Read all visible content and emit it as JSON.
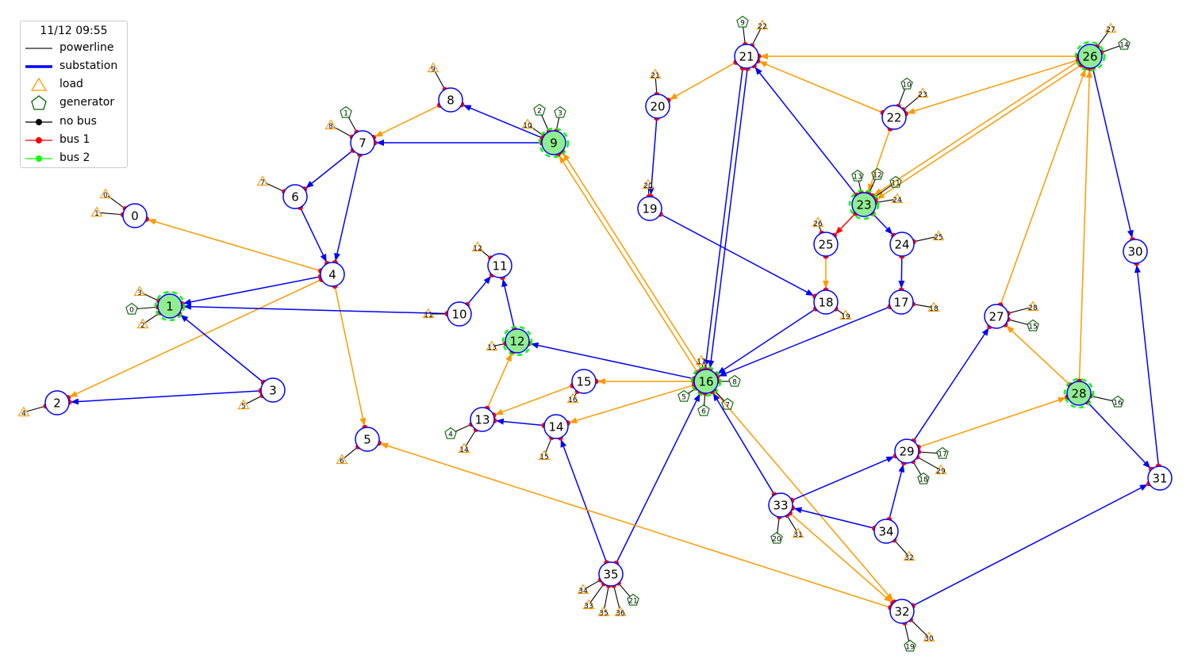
{
  "legend": {
    "title": "11/12 09:55",
    "items": [
      {
        "label": "powerline",
        "kind": "line",
        "color": "#404040"
      },
      {
        "label": "substation",
        "kind": "line-thick",
        "color": "#0000ff"
      },
      {
        "label": "load",
        "kind": "triangle",
        "color": "#ff9900"
      },
      {
        "label": "generator",
        "kind": "pentagon",
        "color": "#006400"
      },
      {
        "label": "no bus",
        "kind": "dot",
        "color": "#000000"
      },
      {
        "label": "bus 1",
        "kind": "dot",
        "color": "#ff0000"
      },
      {
        "label": "bus 2",
        "kind": "dot",
        "color": "#00ff00"
      }
    ]
  },
  "colors": {
    "flow_blue": "#0000ff",
    "flow_orange": "#ff9900",
    "bus1": "#ff0000",
    "bus2": "#00ff00",
    "node_fill_bus2": "#90ee90",
    "node_stroke": "#0000ff",
    "gen": "#006400",
    "load": "#ff9900"
  },
  "substations": [
    {
      "id": "0"
    },
    {
      "id": "1",
      "bus2": true
    },
    {
      "id": "2"
    },
    {
      "id": "3"
    },
    {
      "id": "4"
    },
    {
      "id": "5"
    },
    {
      "id": "6"
    },
    {
      "id": "7"
    },
    {
      "id": "8"
    },
    {
      "id": "9",
      "bus2": true
    },
    {
      "id": "10"
    },
    {
      "id": "11"
    },
    {
      "id": "12",
      "bus2": true
    },
    {
      "id": "13"
    },
    {
      "id": "14"
    },
    {
      "id": "15"
    },
    {
      "id": "16",
      "bus2": true
    },
    {
      "id": "17"
    },
    {
      "id": "18"
    },
    {
      "id": "19"
    },
    {
      "id": "20"
    },
    {
      "id": "21"
    },
    {
      "id": "22"
    },
    {
      "id": "23",
      "bus2": true
    },
    {
      "id": "24"
    },
    {
      "id": "25"
    },
    {
      "id": "26",
      "bus2": true
    },
    {
      "id": "27"
    },
    {
      "id": "28",
      "bus2": true
    },
    {
      "id": "29"
    },
    {
      "id": "30"
    },
    {
      "id": "31"
    },
    {
      "id": "32"
    },
    {
      "id": "33"
    },
    {
      "id": "34"
    },
    {
      "id": "35"
    }
  ],
  "lines": [
    {
      "from": "4",
      "to": "0",
      "color": "orange"
    },
    {
      "from": "4",
      "to": "1",
      "color": "blue"
    },
    {
      "from": "4",
      "to": "2",
      "color": "orange"
    },
    {
      "from": "4",
      "to": "5",
      "color": "orange"
    },
    {
      "from": "7",
      "to": "6",
      "color": "blue"
    },
    {
      "from": "6",
      "to": "4",
      "color": "blue"
    },
    {
      "from": "7",
      "to": "4",
      "color": "blue"
    },
    {
      "from": "8",
      "to": "7",
      "color": "orange"
    },
    {
      "from": "9",
      "to": "8",
      "color": "blue"
    },
    {
      "from": "9",
      "to": "7",
      "color": "blue"
    },
    {
      "from": "3",
      "to": "1",
      "color": "blue"
    },
    {
      "from": "3",
      "to": "2",
      "color": "blue"
    },
    {
      "from": "10",
      "to": "1",
      "color": "blue"
    },
    {
      "from": "10",
      "to": "11",
      "color": "blue"
    },
    {
      "from": "12",
      "to": "11",
      "color": "blue"
    },
    {
      "from": "16",
      "to": "12",
      "color": "blue"
    },
    {
      "from": "13",
      "to": "12",
      "color": "orange"
    },
    {
      "from": "15",
      "to": "13",
      "color": "orange"
    },
    {
      "from": "14",
      "to": "13",
      "color": "blue"
    },
    {
      "from": "16",
      "to": "15",
      "color": "orange"
    },
    {
      "from": "16",
      "to": "14",
      "color": "orange"
    },
    {
      "from": "35",
      "to": "14",
      "color": "blue"
    },
    {
      "from": "35",
      "to": "16",
      "color": "blue"
    },
    {
      "from": "32",
      "to": "5",
      "color": "orange"
    },
    {
      "from": "16",
      "to": "9",
      "color": "orange",
      "offset": -3
    },
    {
      "from": "16",
      "to": "9",
      "color": "orange",
      "offset": 3
    },
    {
      "from": "21",
      "to": "16",
      "color": "blue",
      "offset": -3
    },
    {
      "from": "21",
      "to": "16",
      "color": "blue",
      "offset": 3
    },
    {
      "from": "18",
      "to": "16",
      "color": "blue"
    },
    {
      "from": "17",
      "to": "16",
      "color": "blue"
    },
    {
      "from": "33",
      "to": "16",
      "color": "blue"
    },
    {
      "from": "16",
      "to": "32",
      "color": "orange"
    },
    {
      "from": "19",
      "to": "18",
      "color": "blue"
    },
    {
      "from": "20",
      "to": "19",
      "color": "blue"
    },
    {
      "from": "21",
      "to": "20",
      "color": "orange"
    },
    {
      "from": "26",
      "to": "21",
      "color": "orange"
    },
    {
      "from": "22",
      "to": "21",
      "color": "orange"
    },
    {
      "from": "23",
      "to": "21",
      "color": "blue"
    },
    {
      "from": "26",
      "to": "22",
      "color": "orange"
    },
    {
      "from": "22",
      "to": "23",
      "color": "orange"
    },
    {
      "from": "26",
      "to": "23",
      "color": "orange",
      "offset": -3
    },
    {
      "from": "26",
      "to": "23",
      "color": "orange",
      "offset": 3
    },
    {
      "from": "23",
      "to": "25",
      "color": "red"
    },
    {
      "from": "23",
      "to": "24",
      "color": "blue"
    },
    {
      "from": "25",
      "to": "18",
      "color": "orange"
    },
    {
      "from": "24",
      "to": "17",
      "color": "blue"
    },
    {
      "from": "27",
      "to": "26",
      "color": "orange"
    },
    {
      "from": "28",
      "to": "26",
      "color": "orange"
    },
    {
      "from": "26",
      "to": "30",
      "color": "blue"
    },
    {
      "from": "28",
      "to": "27",
      "color": "orange"
    },
    {
      "from": "29",
      "to": "27",
      "color": "blue"
    },
    {
      "from": "29",
      "to": "28",
      "color": "orange"
    },
    {
      "from": "28",
      "to": "31",
      "color": "blue"
    },
    {
      "from": "31",
      "to": "30",
      "color": "blue"
    },
    {
      "from": "32",
      "to": "31",
      "color": "blue"
    },
    {
      "from": "33",
      "to": "29",
      "color": "blue"
    },
    {
      "from": "34",
      "to": "29",
      "color": "blue"
    },
    {
      "from": "34",
      "to": "33",
      "color": "blue"
    },
    {
      "from": "33",
      "to": "32",
      "color": "orange"
    }
  ],
  "loads": [
    {
      "label": "0",
      "sub": "0"
    },
    {
      "label": "1",
      "sub": "0"
    },
    {
      "label": "3",
      "sub": "1"
    },
    {
      "label": "2",
      "sub": "1"
    },
    {
      "label": "4",
      "sub": "2"
    },
    {
      "label": "5",
      "sub": "3"
    },
    {
      "label": "6",
      "sub": "5"
    },
    {
      "label": "7",
      "sub": "6"
    },
    {
      "label": "8",
      "sub": "7"
    },
    {
      "label": "9",
      "sub": "8"
    },
    {
      "label": "10",
      "sub": "9"
    },
    {
      "label": "11",
      "sub": "10"
    },
    {
      "label": "12",
      "sub": "11"
    },
    {
      "label": "13",
      "sub": "12"
    },
    {
      "label": "14",
      "sub": "13"
    },
    {
      "label": "15",
      "sub": "14"
    },
    {
      "label": "16",
      "sub": "15"
    },
    {
      "label": "17",
      "sub": "16"
    },
    {
      "label": "18",
      "sub": "17"
    },
    {
      "label": "19",
      "sub": "18"
    },
    {
      "label": "20",
      "sub": "19"
    },
    {
      "label": "21",
      "sub": "20"
    },
    {
      "label": "22",
      "sub": "21"
    },
    {
      "label": "23",
      "sub": "22"
    },
    {
      "label": "24",
      "sub": "23"
    },
    {
      "label": "25",
      "sub": "24"
    },
    {
      "label": "26",
      "sub": "25"
    },
    {
      "label": "27",
      "sub": "26"
    },
    {
      "label": "28",
      "sub": "27"
    },
    {
      "label": "29",
      "sub": "29"
    },
    {
      "label": "30",
      "sub": "32"
    },
    {
      "label": "31",
      "sub": "33"
    },
    {
      "label": "32",
      "sub": "34"
    },
    {
      "label": "33",
      "sub": "35"
    },
    {
      "label": "34",
      "sub": "35"
    },
    {
      "label": "35",
      "sub": "35"
    },
    {
      "label": "36",
      "sub": "35"
    }
  ],
  "generators": [
    {
      "label": "0",
      "sub": "1"
    },
    {
      "label": "1",
      "sub": "7"
    },
    {
      "label": "2",
      "sub": "9"
    },
    {
      "label": "3",
      "sub": "9"
    },
    {
      "label": "4",
      "sub": "13"
    },
    {
      "label": "5",
      "sub": "16"
    },
    {
      "label": "6",
      "sub": "16"
    },
    {
      "label": "7",
      "sub": "16"
    },
    {
      "label": "8",
      "sub": "16"
    },
    {
      "label": "9",
      "sub": "21"
    },
    {
      "label": "10",
      "sub": "22"
    },
    {
      "label": "11",
      "sub": "23"
    },
    {
      "label": "12",
      "sub": "23"
    },
    {
      "label": "13",
      "sub": "23"
    },
    {
      "label": "14",
      "sub": "26"
    },
    {
      "label": "15",
      "sub": "27"
    },
    {
      "label": "16",
      "sub": "28"
    },
    {
      "label": "17",
      "sub": "29"
    },
    {
      "label": "18",
      "sub": "29"
    },
    {
      "label": "19",
      "sub": "32"
    },
    {
      "label": "20",
      "sub": "33"
    },
    {
      "label": "21",
      "sub": "35"
    }
  ]
}
